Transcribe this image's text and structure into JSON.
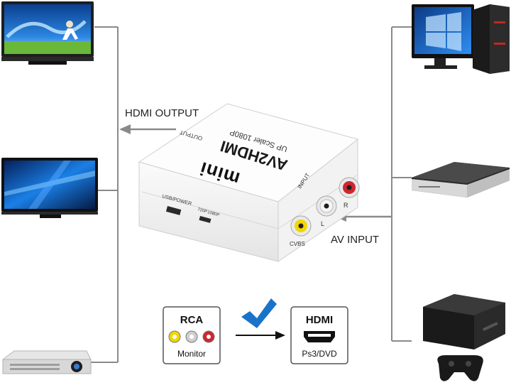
{
  "labels": {
    "hdmi_output": "HDMI OUTPUT",
    "av_input": "AV INPUT"
  },
  "device": {
    "brand": "mini",
    "model": "AV2HDMI",
    "subtitle": "UP Scaler 1080P",
    "output_label": "OUTPUT",
    "input_label": "INPUT",
    "usb_label": "USB/POWER",
    "switch_720": "720P",
    "switch_1080": "1080P",
    "port_r": "R",
    "port_l": "L",
    "port_cvbs": "CVBS"
  },
  "rca_card": {
    "title": "RCA",
    "subtitle": "Monitor",
    "jack_colors": [
      "#f2d600",
      "#cfcfcf",
      "#d0262e"
    ]
  },
  "hdmi_card": {
    "title": "HDMI",
    "subtitle": "Ps3/DVD"
  },
  "colors": {
    "line": "#8a8a8a",
    "check": "#1a73c9",
    "screen_blue": "#1b6fd1",
    "grass": "#6ab83a"
  }
}
